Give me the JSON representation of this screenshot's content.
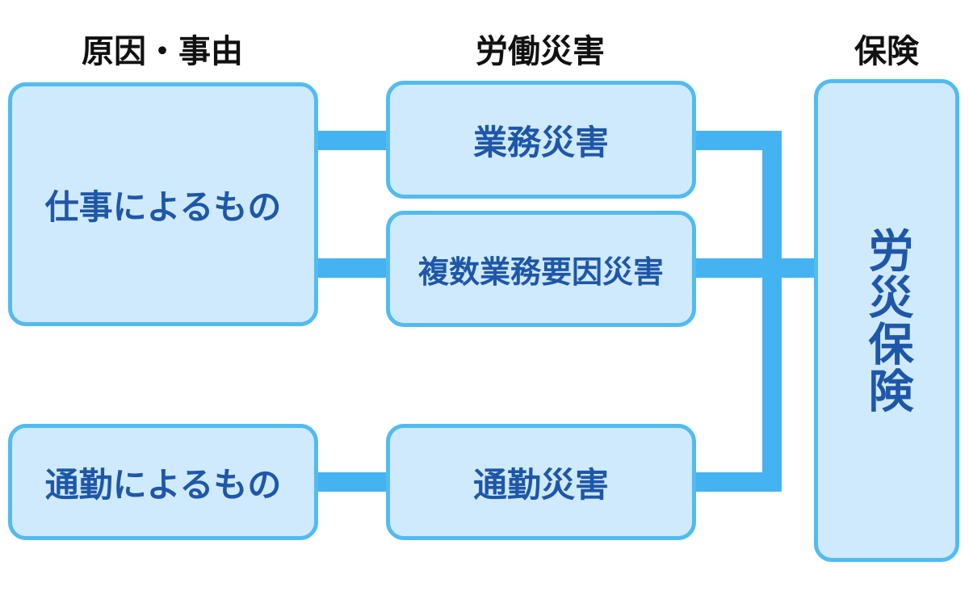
{
  "headers": {
    "cause": "原因・事由",
    "accident": "労働災害",
    "insurance": "保険"
  },
  "causes": {
    "work": "仕事によるもの",
    "commute": "通勤によるもの"
  },
  "accidents": {
    "business": "業務災害",
    "multiple": "複数業務要因災害",
    "commute": "通勤災害"
  },
  "insurance": {
    "label": "労災保険"
  },
  "colors": {
    "box_fill": "#cfeafc",
    "box_border": "#52bbf0",
    "connector": "#45b3f2",
    "label_text": "#1f57a8",
    "header_text": "#111111"
  }
}
